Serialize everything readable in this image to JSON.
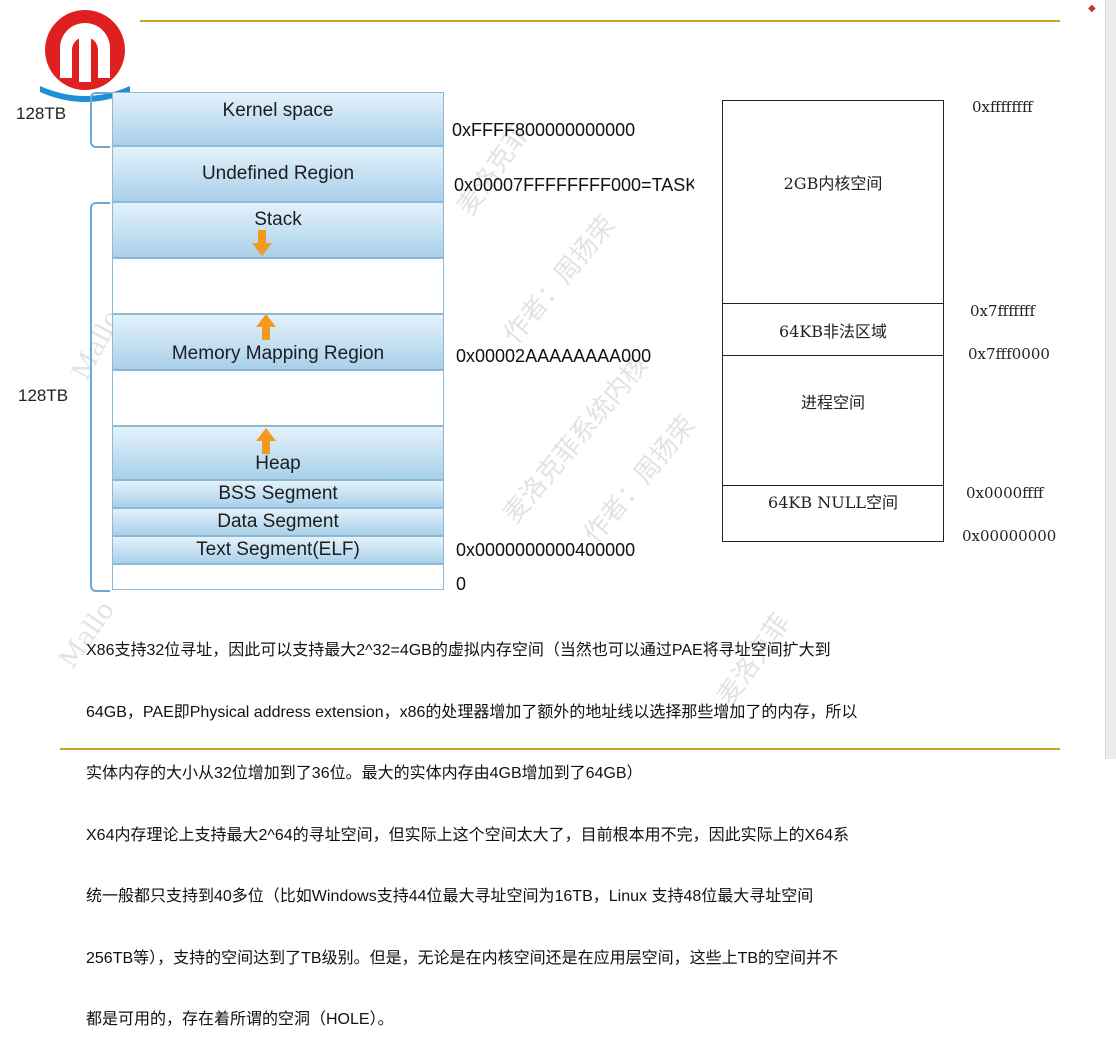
{
  "left_diagram": {
    "top_size_label": "128TB",
    "bottom_size_label": "128TB",
    "regions": {
      "kernel": "Kernel space",
      "undefined": "Undefined Region",
      "stack": "Stack",
      "mmap": "Memory Mapping Region",
      "heap": "Heap",
      "bss": "BSS Segment",
      "data": "Data Segment",
      "text": "Text Segment(ELF)"
    },
    "addresses": {
      "kernel_start": "0xFFFF800000000000",
      "task_size": "0x00007FFFFFFFF000=TASK",
      "mmap_base": "0x00002AAAAAAAA000",
      "text_start": "0x0000000000400000",
      "zero": "0"
    }
  },
  "right_diagram": {
    "regions": {
      "kernel": "2GB内核空间",
      "invalid": "64KB非法区域",
      "process": "进程空间",
      "null": "64KB NULL空间"
    },
    "addresses": {
      "top": "0xffffffff",
      "invalid_top": "0x7fffffff",
      "invalid_bottom": "0x7fff0000",
      "null_top": "0x0000ffff",
      "bottom": "0x00000000"
    }
  },
  "description": {
    "line1": "X86支持32位寻址，因此可以支持最大2^32=4GB的虚拟内存空间（当然也可以通过PAE将寻址空间扩大到",
    "line2": "64GB，PAE即Physical address extension，x86的处理器增加了额外的地址线以选择那些增加了的内存，所以",
    "line3": "实体内存的大小从32位增加到了36位。最大的实体内存由4GB增加到了64GB）",
    "line4": "X64内存理论上支持最大2^64的寻址空间，但实际上这个空间太大了，目前根本用不完，因此实际上的X64系",
    "line5": "统一般都只支持到40多位（比如Windows支持44位最大寻址空间为16TB，Linux 支持48位最大寻址空间",
    "line6": "256TB等），支持的空间达到了TB级别。但是，无论是在内核空间还是在应用层空间，这些上TB的空间并不",
    "line7": "都是可用的，存在着所谓的空洞（HOLE）。"
  },
  "colors": {
    "accent_line": "#c9a227",
    "logo_red": "#e02020",
    "logo_blue": "#1f8fd6",
    "block_light": "#e4f2fb",
    "block_dark": "#a9d0ea",
    "arrow_orange": "#f39a1e"
  },
  "icons": {
    "logo": "brand-logo-icon",
    "arrow_down": "arrow-down-icon",
    "arrow_up": "arrow-up-icon"
  }
}
